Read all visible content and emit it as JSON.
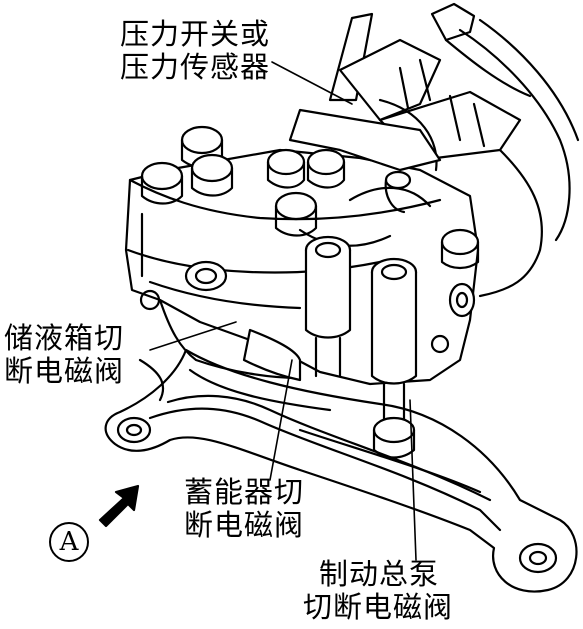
{
  "labels": {
    "pressure_switch": {
      "line1": "压力开关或",
      "line2": "压力传感器"
    },
    "reservoir_cutoff": {
      "line1": "储液箱切",
      "line2": "断电磁阀"
    },
    "accumulator_cutoff": {
      "line1": "蓄能器切",
      "line2": "断电磁阀"
    },
    "master_cylinder_cutoff": {
      "line1": "制动总泵",
      "line2": "切断电磁阀"
    }
  },
  "view_marker": {
    "letter": "A",
    "icon": "view-direction-arrow-icon"
  },
  "colors": {
    "ink": "#000000",
    "paper": "#ffffff"
  }
}
